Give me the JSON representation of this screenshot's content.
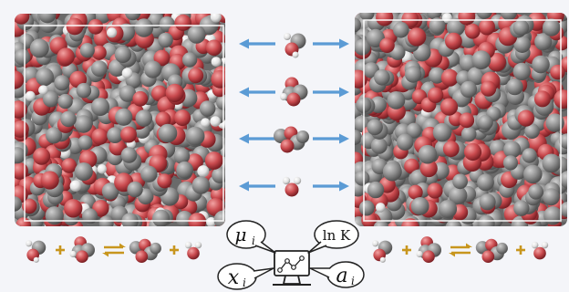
{
  "labels": {
    "mu": "μ",
    "mu_sub": "i",
    "lnk": "ln K",
    "x": "x",
    "x_sub": "i",
    "a": "a",
    "a_sub": "i"
  },
  "colors": {
    "background": "#f4f5f9",
    "carbon": "#8a8a8a",
    "oxygen": "#c94a4e",
    "hydrogen": "#e2e2e2",
    "arrow": "#5b9bd5",
    "reaction_sign": "#c8961e"
  },
  "icons": [
    "left-arrow-icon",
    "right-arrow-icon",
    "plus-icon",
    "equilibrium-icon",
    "computer-network-icon",
    "speech-bubble-icon"
  ]
}
